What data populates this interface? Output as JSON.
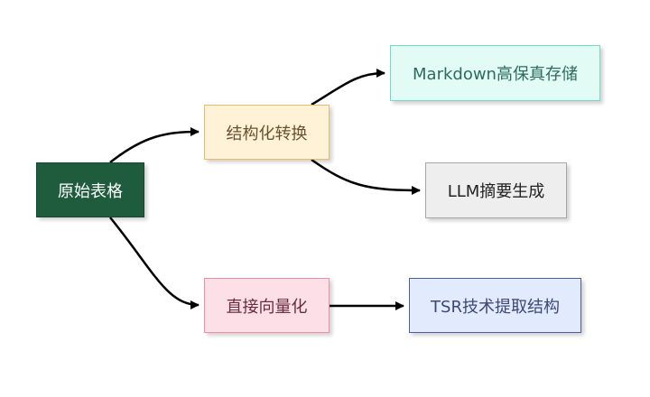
{
  "nodes": {
    "root": {
      "label": "原始表格",
      "fill": "#1f5c3e",
      "text_color": "#ffffff"
    },
    "struct": {
      "label": "结构化转换",
      "fill": "#fff2d6",
      "stroke": "#e7bb6c"
    },
    "markdown": {
      "label": "Markdown高保真存储",
      "fill": "#e2fbf5",
      "stroke": "#71dcc5"
    },
    "llm": {
      "label": "LLM摘要生成",
      "fill": "#eeeeee",
      "stroke": "#a6a6a6"
    },
    "vector": {
      "label": "直接向量化",
      "fill": "#fde0e7",
      "stroke": "#ef8ea8"
    },
    "tsr": {
      "label": "TSR技术提取结构",
      "fill": "#e2eafd",
      "stroke": "#4e5e9a"
    }
  },
  "edges": [
    {
      "from": "root",
      "to": "struct"
    },
    {
      "from": "root",
      "to": "vector"
    },
    {
      "from": "struct",
      "to": "markdown"
    },
    {
      "from": "struct",
      "to": "llm"
    },
    {
      "from": "vector",
      "to": "tsr"
    }
  ],
  "edge_color": "#000000"
}
